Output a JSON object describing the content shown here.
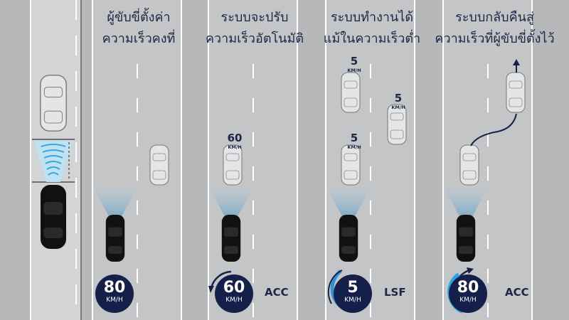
{
  "panels": [
    {
      "title_line1": "ผู้ขับขี่ตั้งค่า",
      "title_line2": "ความเร็วคงที่",
      "badge_speed": "80",
      "badge_unit": "KM/H",
      "mode": ""
    },
    {
      "title_line1": "ระบบจะปรับ",
      "title_line2": "ความเร็วอัตโนมัติ",
      "badge_speed": "60",
      "badge_unit": "KM/H",
      "mode": "ACC",
      "lead_speed": "60",
      "lead_unit": "KM/H"
    },
    {
      "title_line1": "ระบบทำงานได้",
      "title_line2": "แม้ในความเร็วต่ำ",
      "badge_speed": "5",
      "badge_unit": "KM/H",
      "mode": "LSF",
      "car_speeds": [
        {
          "speed": "5",
          "unit": "KM/H"
        },
        {
          "speed": "5",
          "unit": "KM/H"
        },
        {
          "speed": "5",
          "unit": "KM/H"
        }
      ]
    },
    {
      "title_line1": "ระบบกลับคืนสู่",
      "title_line2": "ความเร็วที่ผู้ขับขี่ตั้งไว้",
      "badge_speed": "80",
      "badge_unit": "KM/H",
      "mode": "ACC"
    }
  ],
  "colors": {
    "navy": "#14204a",
    "road": "#c3c4c6",
    "beam": "#8fb8d0"
  }
}
